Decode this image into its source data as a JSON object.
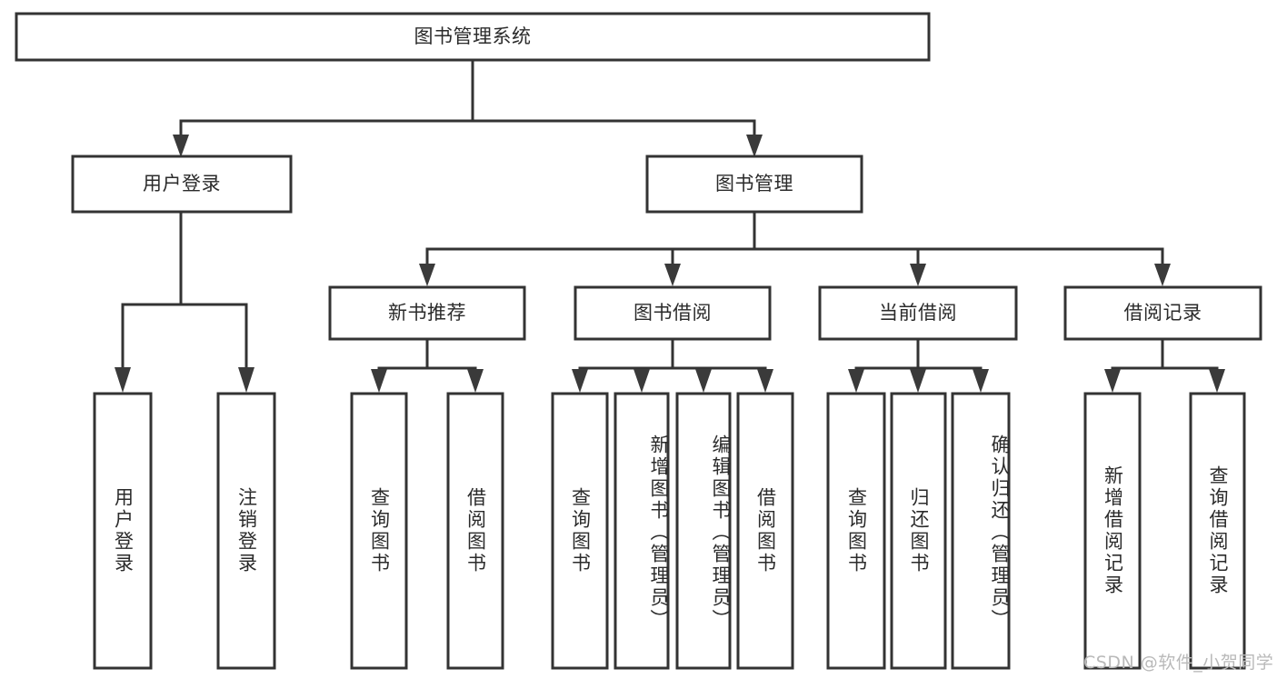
{
  "diagram": {
    "type": "tree-hierarchy",
    "title": "图书管理系统",
    "orientation": "top-down",
    "watermark": "CSDN @软件_小贺同学",
    "colors": {
      "box_stroke": "#333333",
      "box_fill": "#ffffff",
      "connector": "#333333",
      "text": "#2b2b2b",
      "watermark": "#b9b9b9",
      "background": "#ffffff"
    },
    "levels": {
      "root": {
        "label": "图书管理系统"
      },
      "level2": [
        {
          "id": "user-login",
          "label": "用户登录"
        },
        {
          "id": "book-management",
          "label": "图书管理"
        }
      ],
      "level3": [
        {
          "id": "new-book-recommend",
          "label": "新书推荐",
          "parent": "book-management"
        },
        {
          "id": "book-borrow",
          "label": "图书借阅",
          "parent": "book-management"
        },
        {
          "id": "current-borrow",
          "label": "当前借阅",
          "parent": "book-management"
        },
        {
          "id": "borrow-record",
          "label": "借阅记录",
          "parent": "book-management"
        }
      ],
      "leaves": [
        {
          "id": "leaf-user-login",
          "label": "用户登录",
          "parent": "user-login"
        },
        {
          "id": "leaf-logout-login",
          "label": "注销登录",
          "parent": "user-login"
        },
        {
          "id": "leaf-query-books-1",
          "label": "查询图书",
          "parent": "new-book-recommend"
        },
        {
          "id": "leaf-borrow-books-1",
          "label": "借阅图书",
          "parent": "new-book-recommend"
        },
        {
          "id": "leaf-query-books-2",
          "label": "查询图书",
          "parent": "book-borrow"
        },
        {
          "id": "leaf-add-book",
          "label": "新增图书（管理员）",
          "parent": "book-borrow"
        },
        {
          "id": "leaf-edit-book",
          "label": "编辑图书（管理员）",
          "parent": "book-borrow"
        },
        {
          "id": "leaf-borrow-books-2",
          "label": "借阅图书",
          "parent": "book-borrow"
        },
        {
          "id": "leaf-query-books-3",
          "label": "查询图书",
          "parent": "current-borrow"
        },
        {
          "id": "leaf-return-book",
          "label": "归还图书",
          "parent": "current-borrow"
        },
        {
          "id": "leaf-confirm-return",
          "label": "确认归还（管理员）",
          "parent": "current-borrow"
        },
        {
          "id": "leaf-add-record",
          "label": "新增借阅记录",
          "parent": "borrow-record"
        },
        {
          "id": "leaf-query-record",
          "label": "查询借阅记录",
          "parent": "borrow-record"
        }
      ]
    }
  }
}
